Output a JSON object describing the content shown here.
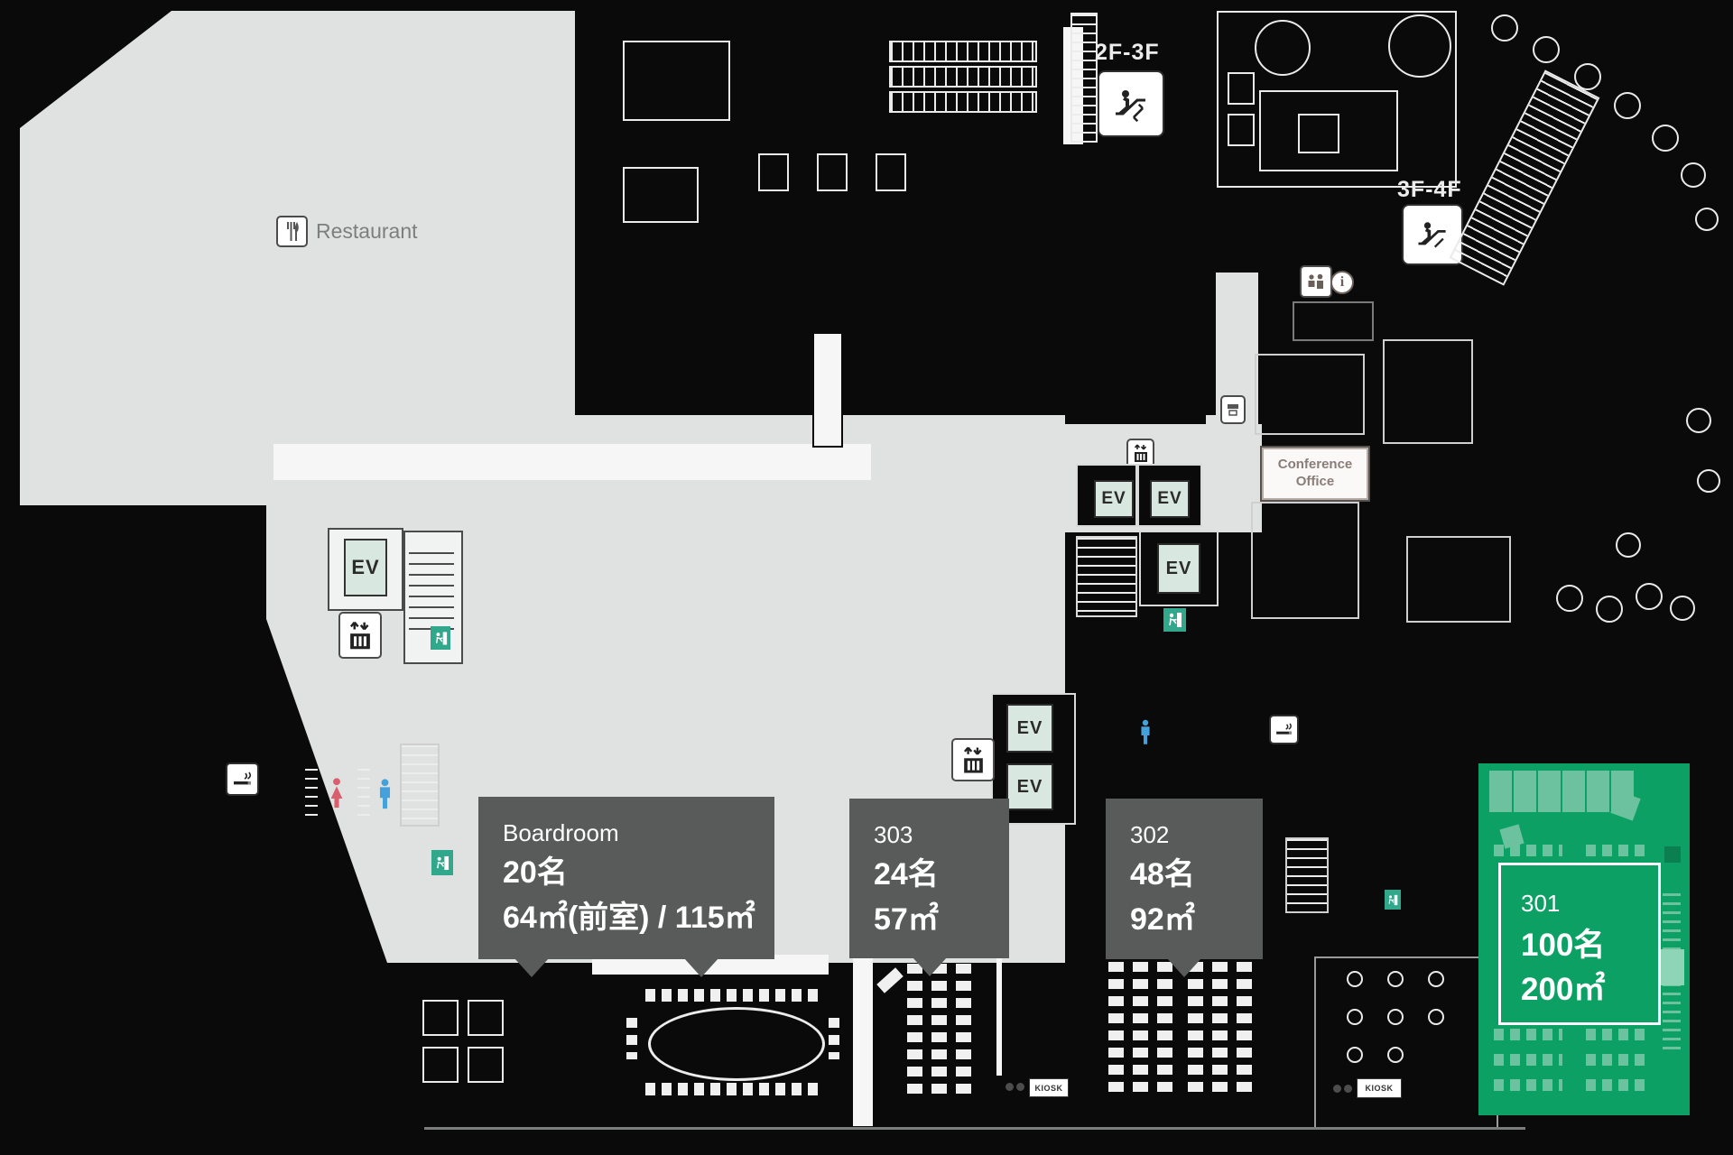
{
  "colors": {
    "wall": "#0a0a0a",
    "floor": "#dfe2e0",
    "white": "#f5f6f5",
    "tooltip": "#595a5a",
    "green_room": "#0ca065",
    "green_light": "#6cc29f",
    "green_pale": "#8ed4b6",
    "ev_fill": "#d8e7df",
    "exit_green": "#31a88b",
    "red_person": "#d95f6e",
    "blue_person": "#45a1dc",
    "label_gray": "#7b7f7e",
    "office_text": "#8a7d78"
  },
  "labels": {
    "restaurant": "Restaurant",
    "escalator_2f_3f": "2F-3F",
    "escalator_3f_4f": "3F-4F",
    "conference_office_line1": "Conference",
    "conference_office_line2": "Office",
    "ev": "EV",
    "kiosk": "KIOSK",
    "info": "i"
  },
  "rooms": {
    "boardroom": {
      "name": "Boardroom",
      "capacity": "20名",
      "area": "64㎡(前室) / 115㎡"
    },
    "room_303": {
      "name": "303",
      "capacity": "24名",
      "area": "57㎡"
    },
    "room_302": {
      "name": "302",
      "capacity": "48名",
      "area": "92㎡"
    },
    "room_301": {
      "name": "301",
      "capacity": "100名",
      "area": "200㎡"
    }
  },
  "icons": {
    "restaurant_icon": "fork-and-knife",
    "escalator_icon": "escalator-with-person-and-arrows",
    "elevator_icon": "elevator-up-down-arrows",
    "smoking_icon": "smoking-area-cigarette",
    "exit_icon": "emergency-exit-running-man",
    "womens_toilet_icon": "female-figure-red",
    "mens_toilet_icon": "male-figure-blue",
    "cloak_icon": "reception-two-figures",
    "info_icon": "information-circle"
  }
}
